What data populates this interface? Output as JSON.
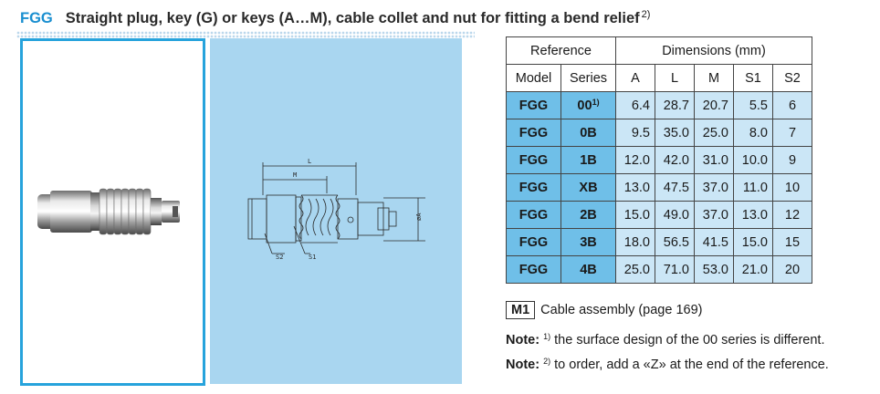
{
  "header": {
    "code": "FGG",
    "title": "Straight plug, key (G) or keys (A…M), cable collet and nut for fitting a bend relief",
    "title_note": "2)"
  },
  "drawing": {
    "labels": {
      "L": "L",
      "M": "M",
      "diameter": "øA",
      "s1": "S1",
      "s2": "S2"
    }
  },
  "table": {
    "group_headers": {
      "reference": "Reference",
      "dimensions": "Dimensions (mm)"
    },
    "columns": [
      "Model",
      "Series",
      "A",
      "L",
      "M",
      "S1",
      "S2"
    ],
    "rows": [
      {
        "model": "FGG",
        "series": "00",
        "series_note": "1)",
        "A": "6.4",
        "L": "28.7",
        "M": "20.7",
        "S1": "5.5",
        "S2": "6"
      },
      {
        "model": "FGG",
        "series": "0B",
        "series_note": "",
        "A": "9.5",
        "L": "35.0",
        "M": "25.0",
        "S1": "8.0",
        "S2": "7"
      },
      {
        "model": "FGG",
        "series": "1B",
        "series_note": "",
        "A": "12.0",
        "L": "42.0",
        "M": "31.0",
        "S1": "10.0",
        "S2": "9"
      },
      {
        "model": "FGG",
        "series": "XB",
        "series_note": "",
        "A": "13.0",
        "L": "47.5",
        "M": "37.0",
        "S1": "11.0",
        "S2": "10"
      },
      {
        "model": "FGG",
        "series": "2B",
        "series_note": "",
        "A": "15.0",
        "L": "49.0",
        "M": "37.0",
        "S1": "13.0",
        "S2": "12"
      },
      {
        "model": "FGG",
        "series": "3B",
        "series_note": "",
        "A": "18.0",
        "L": "56.5",
        "M": "41.5",
        "S1": "15.0",
        "S2": "15"
      },
      {
        "model": "FGG",
        "series": "4B",
        "series_note": "",
        "A": "25.0",
        "L": "71.0",
        "M": "53.0",
        "S1": "21.0",
        "S2": "20"
      }
    ]
  },
  "assembly": {
    "badge": "M1",
    "text": "Cable assembly (page 169)"
  },
  "notes": [
    {
      "label": "Note:",
      "sup": "1)",
      "text": "the surface design of the 00 series is different."
    },
    {
      "label": "Note:",
      "sup": "2)",
      "text": "to order, add a «Z» at the end of the reference."
    }
  ]
}
